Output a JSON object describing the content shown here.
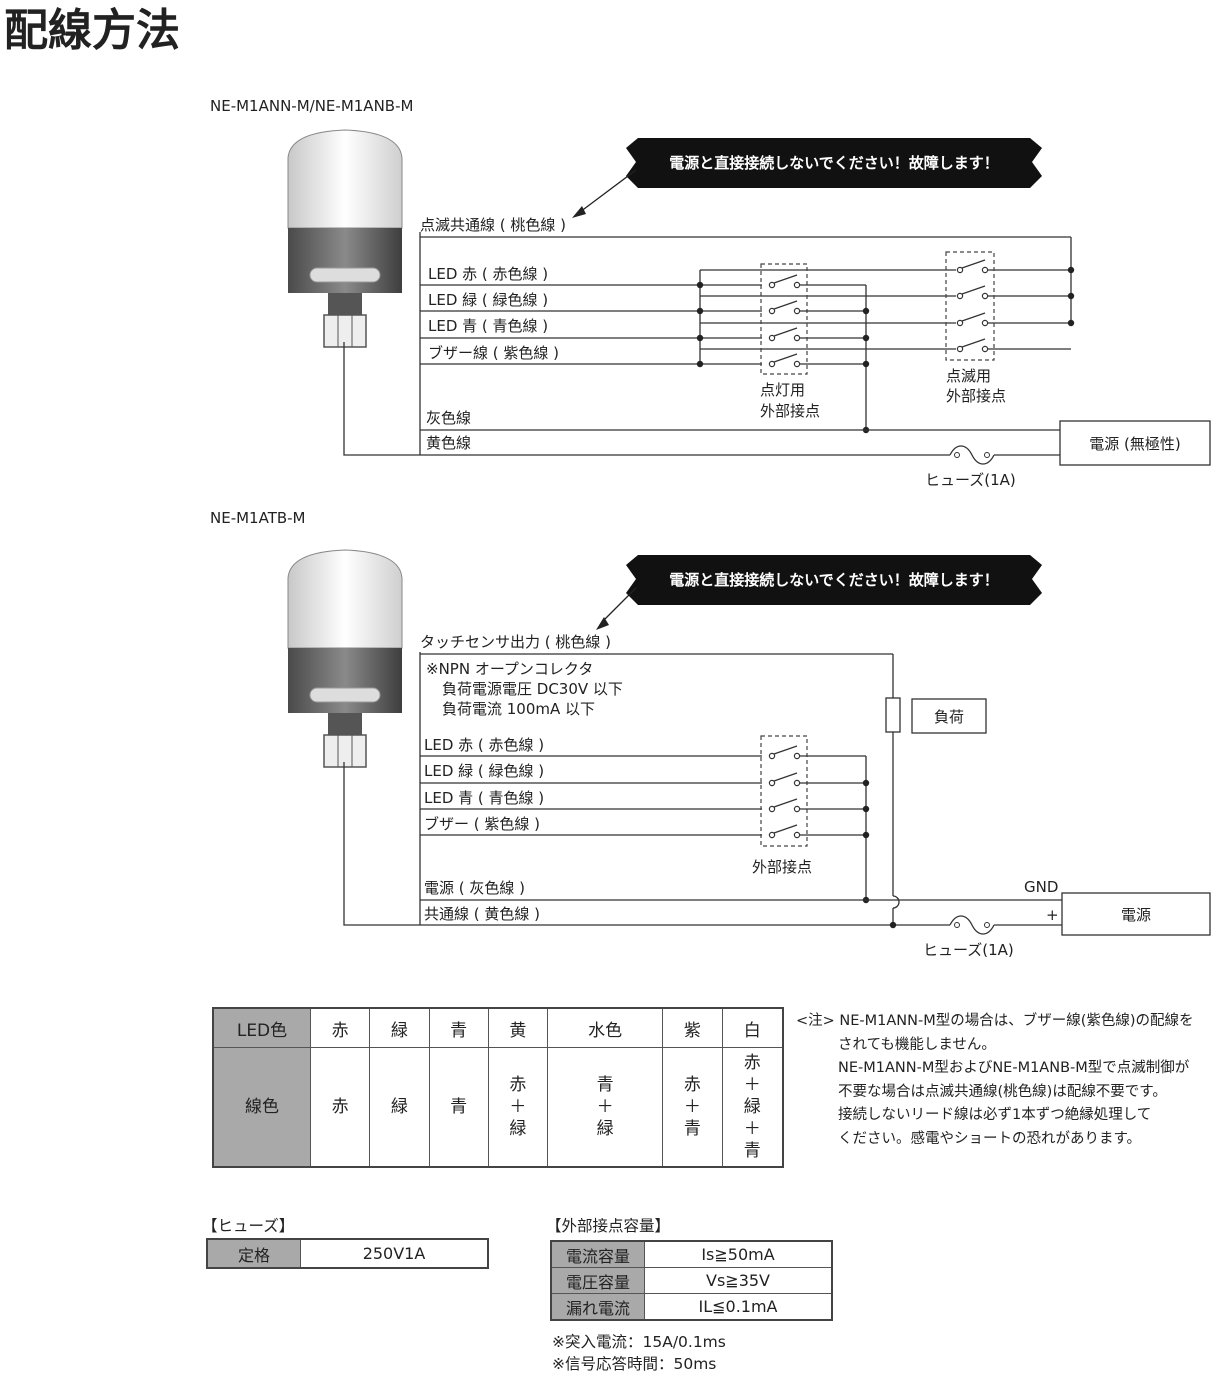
{
  "title": "配線方法",
  "warning": "電源と直接接続しないでください！故障します！",
  "diagram1": {
    "model": "NE-M1ANN-M/NE-M1ANB-M",
    "common_wire": "点滅共通線 ( 桃色線 )",
    "wires": [
      "LED 赤 ( 赤色線 )",
      "LED 緑 ( 緑色線 )",
      "LED 青 ( 青色線 )",
      "ブザー線 ( 紫色線 )"
    ],
    "gray_wire": "灰色線",
    "yellow_wire": "黄色線",
    "lighting_contact": [
      "点灯用",
      "外部接点"
    ],
    "flash_contact": [
      "点滅用",
      "外部接点"
    ],
    "power": "電源 (無極性)",
    "fuse": "ヒューズ(1A)"
  },
  "diagram2": {
    "model": "NE-M1ATB-M",
    "sensor_output": "タッチセンサ出力 ( 桃色線 )",
    "npn_notes": [
      "※NPN オープンコレクタ",
      "負荷電源電圧 DC30V 以下",
      "負荷電流 100mA 以下"
    ],
    "load": "負荷",
    "wires": [
      "LED 赤 ( 赤色線 )",
      "LED 緑 ( 緑色線 )",
      "LED 青 ( 青色線 )",
      "ブザー ( 紫色線 )"
    ],
    "external_contact": "外部接点",
    "power_wire": "電源 ( 灰色線 )",
    "common_wire": "共通線 ( 黄色線 )",
    "gnd": "GND",
    "plus": "+",
    "power": "電源",
    "fuse": "ヒューズ(1A)"
  },
  "color_table": {
    "row1_header": "LED色",
    "row2_header": "線色",
    "led_colors": [
      "赤",
      "緑",
      "青",
      "黄",
      "水色",
      "紫",
      "白"
    ],
    "wire_colors": [
      [
        "赤"
      ],
      [
        "緑"
      ],
      [
        "青"
      ],
      [
        "赤",
        "＋",
        "緑"
      ],
      [
        "青",
        "＋",
        "緑"
      ],
      [
        "赤",
        "＋",
        "青"
      ],
      [
        "赤",
        "＋",
        "緑",
        "＋",
        "青"
      ]
    ]
  },
  "note": {
    "lines": [
      "<注> NE-M1ANN-M型の場合は、ブザー線(紫色線)の配線を",
      "されても機能しません。",
      "NE-M1ANN-M型およびNE-M1ANB-M型で点滅制御が",
      "不要な場合は点滅共通線(桃色線)は配線不要です。",
      "接続しないリード線は必ず1本ずつ絶縁処理して",
      "ください。感電やショートの恐れがあります。"
    ]
  },
  "fuse_section": {
    "heading": "【ヒューズ】",
    "key": "定格",
    "value": "250V1A"
  },
  "contact_section": {
    "heading": "【外部接点容量】",
    "rows": [
      {
        "key": "電流容量",
        "value": "Is≧50mA"
      },
      {
        "key": "電圧容量",
        "value": "Vs≧35V"
      },
      {
        "key": "漏れ電流",
        "value": "IL≦0.1mA"
      }
    ],
    "footnotes": [
      "※突入電流：15A/0.1ms",
      "※信号応答時間：50ms"
    ]
  }
}
